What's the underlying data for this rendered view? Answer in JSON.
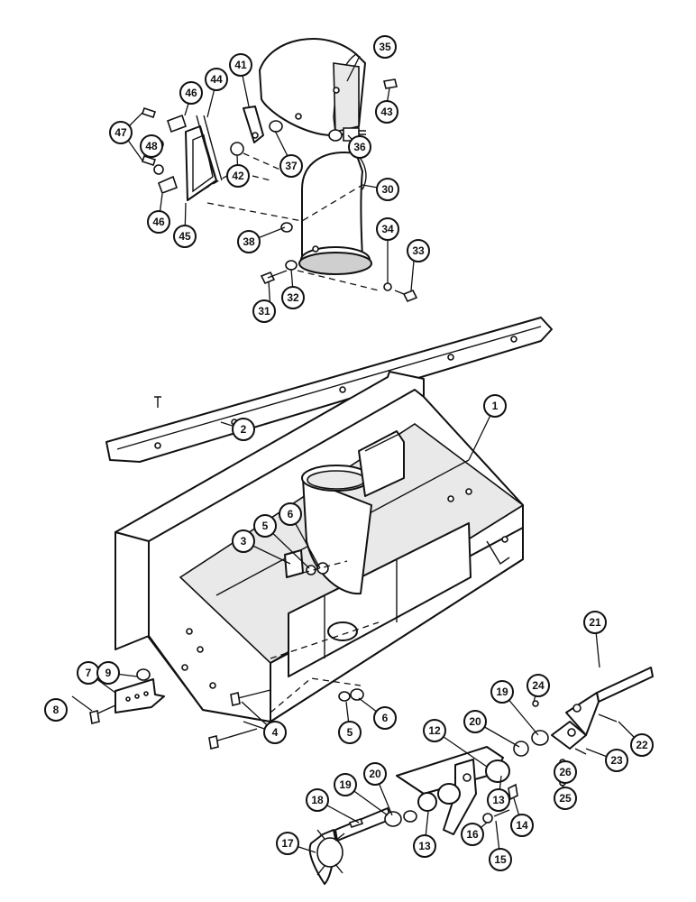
{
  "callouts": [
    {
      "id": "c1",
      "label": "1"
    },
    {
      "id": "c2",
      "label": "2"
    },
    {
      "id": "c3",
      "label": "3"
    },
    {
      "id": "c4",
      "label": "4"
    },
    {
      "id": "c5a",
      "label": "5"
    },
    {
      "id": "c5b",
      "label": "5"
    },
    {
      "id": "c6a",
      "label": "6"
    },
    {
      "id": "c6b",
      "label": "6"
    },
    {
      "id": "c7",
      "label": "7"
    },
    {
      "id": "c8",
      "label": "8"
    },
    {
      "id": "c9",
      "label": "9"
    },
    {
      "id": "c12",
      "label": "12"
    },
    {
      "id": "c13a",
      "label": "13"
    },
    {
      "id": "c13b",
      "label": "13"
    },
    {
      "id": "c14",
      "label": "14"
    },
    {
      "id": "c15",
      "label": "15"
    },
    {
      "id": "c16",
      "label": "16"
    },
    {
      "id": "c17",
      "label": "17"
    },
    {
      "id": "c18",
      "label": "18"
    },
    {
      "id": "c19a",
      "label": "19"
    },
    {
      "id": "c19b",
      "label": "19"
    },
    {
      "id": "c20a",
      "label": "20"
    },
    {
      "id": "c20b",
      "label": "20"
    },
    {
      "id": "c21",
      "label": "21"
    },
    {
      "id": "c22",
      "label": "22"
    },
    {
      "id": "c23",
      "label": "23"
    },
    {
      "id": "c24",
      "label": "24"
    },
    {
      "id": "c25",
      "label": "25"
    },
    {
      "id": "c26",
      "label": "26"
    },
    {
      "id": "c30",
      "label": "30"
    },
    {
      "id": "c31",
      "label": "31"
    },
    {
      "id": "c32",
      "label": "32"
    },
    {
      "id": "c33",
      "label": "33"
    },
    {
      "id": "c34",
      "label": "34"
    },
    {
      "id": "c35",
      "label": "35"
    },
    {
      "id": "c36",
      "label": "36"
    },
    {
      "id": "c37",
      "label": "37"
    },
    {
      "id": "c38",
      "label": "38"
    },
    {
      "id": "c41",
      "label": "41"
    },
    {
      "id": "c42",
      "label": "42"
    },
    {
      "id": "c43",
      "label": "43"
    },
    {
      "id": "c44",
      "label": "44"
    },
    {
      "id": "c45",
      "label": "45"
    },
    {
      "id": "c46a",
      "label": "46"
    },
    {
      "id": "c46b",
      "label": "46"
    },
    {
      "id": "c47",
      "label": "47"
    },
    {
      "id": "c48",
      "label": "48"
    }
  ]
}
